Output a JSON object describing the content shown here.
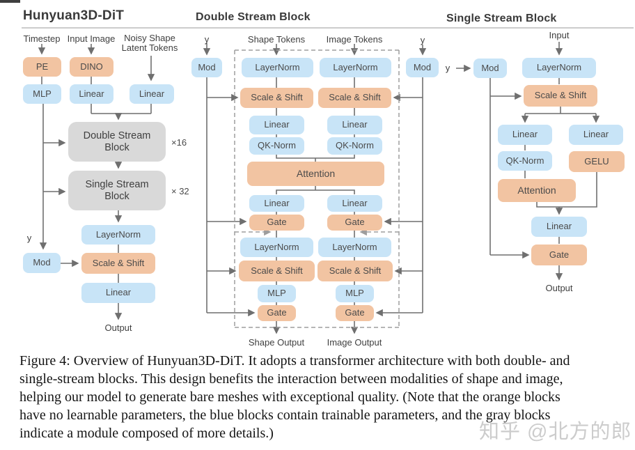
{
  "sections": {
    "hunyuan": {
      "title": "Hunyuan3D-DiT",
      "labels": {
        "timestep": "Timestep",
        "input_image": "Input Image",
        "noisy_shape": "Noisy Shape Latent Tokens",
        "y": "y",
        "output": "Output",
        "double_mult": "×16",
        "single_mult": "× 32"
      },
      "nodes": {
        "pe": "PE",
        "dino": "DINO",
        "mlp": "MLP",
        "linear_image": "Linear",
        "linear_shape": "Linear",
        "double_stream": "Double Stream Block",
        "single_stream": "Single Stream Block",
        "layernorm": "LayerNorm",
        "mod": "Mod",
        "scale_shift": "Scale & Shift",
        "linear_out": "Linear"
      }
    },
    "double": {
      "title": "Double Stream Block",
      "labels": {
        "y_left": "y",
        "y_right": "y",
        "shape_tokens": "Shape Tokens",
        "image_tokens": "Image Tokens",
        "shape_output": "Shape Output",
        "image_output": "Image Output"
      },
      "nodes": {
        "mod_left": "Mod",
        "mod_right": "Mod",
        "layernorm_shape": "LayerNorm",
        "layernorm_image": "LayerNorm",
        "scale_shift_shape": "Scale & Shift",
        "scale_shift_image": "Scale & Shift",
        "linear_q_shape": "Linear",
        "linear_q_image": "Linear",
        "qknorm_shape": "QK-Norm",
        "qknorm_image": "QK-Norm",
        "attention": "Attention",
        "linear_o_shape": "Linear",
        "linear_o_image": "Linear",
        "gate_attn_shape": "Gate",
        "gate_attn_image": "Gate",
        "layernorm2_shape": "LayerNorm",
        "layernorm2_image": "LayerNorm",
        "scale_shift2_shape": "Scale & Shift",
        "scale_shift2_image": "Scale & Shift",
        "mlp_shape": "MLP",
        "mlp_image": "MLP",
        "gate_mlp_shape": "Gate",
        "gate_mlp_image": "Gate"
      }
    },
    "single": {
      "title": "Single Stream Block",
      "labels": {
        "input": "Input",
        "y": "y",
        "output": "Output"
      },
      "nodes": {
        "mod": "Mod",
        "layernorm": "LayerNorm",
        "scale_shift": "Scale & Shift",
        "linear_qkv": "Linear",
        "linear_mlp": "Linear",
        "qknorm": "QK-Norm",
        "gelu": "GELU",
        "attention": "Attention",
        "linear_out": "Linear",
        "gate": "Gate"
      }
    }
  },
  "caption": {
    "lines": [
      "Figure 4: Overview of Hunyuan3D-DiT. It adopts a transformer architecture with both double- and",
      "single-stream blocks. This design benefits the interaction between modalities of shape and image,",
      "helping our model to generate bare meshes with exceptional quality. (Note that the orange blocks",
      "have no learnable parameters, the blue blocks contain trainable parameters, and the gray blocks",
      "indicate a module composed of more details.)"
    ]
  },
  "watermark": "知乎 @北方的郎",
  "colors": {
    "orange": "#f2c4a2",
    "blue": "#c8e4f7",
    "gray": "#d9d9d9",
    "line": "#6f6f6f",
    "dashed": "#9d9d9d"
  }
}
